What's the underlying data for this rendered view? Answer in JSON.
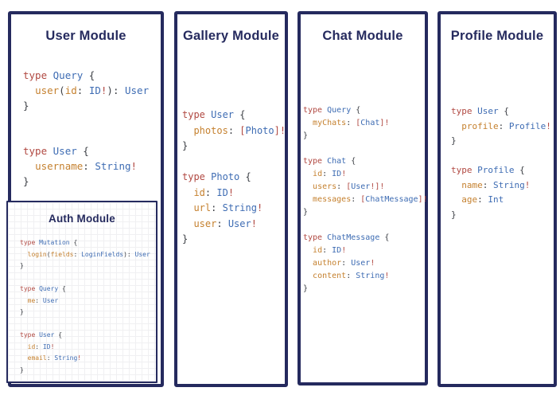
{
  "colors": {
    "navy": "#252a5e",
    "keyword_red": "#b14942",
    "type_blue": "#3e6cb3",
    "field_orange": "#c5812f",
    "punct": "#3d4046",
    "grid": "#f0f0f2",
    "bg": "#ffffff"
  },
  "panels": [
    {
      "id": "user",
      "title": "User Module",
      "code": [
        [
          [
            "k",
            "type "
          ],
          [
            "t",
            "Query "
          ],
          [
            "p",
            "{"
          ]
        ],
        [
          [
            "p",
            "  "
          ],
          [
            "f",
            "user"
          ],
          [
            "p",
            "("
          ],
          [
            "f",
            "id"
          ],
          [
            "p",
            ": "
          ],
          [
            "t",
            "ID"
          ],
          [
            "k",
            "!"
          ],
          [
            "p",
            "): "
          ],
          [
            "t",
            "User"
          ]
        ],
        [
          [
            "p",
            "}"
          ]
        ],
        [],
        [],
        [
          [
            "k",
            "type "
          ],
          [
            "t",
            "User "
          ],
          [
            "p",
            "{"
          ]
        ],
        [
          [
            "p",
            "  "
          ],
          [
            "f",
            "username"
          ],
          [
            "p",
            ": "
          ],
          [
            "t",
            "String"
          ],
          [
            "k",
            "!"
          ]
        ],
        [
          [
            "p",
            "}"
          ]
        ]
      ]
    },
    {
      "id": "gallery",
      "title": "Gallery Module",
      "code": [
        [
          [
            "k",
            "type "
          ],
          [
            "t",
            "User "
          ],
          [
            "p",
            "{"
          ]
        ],
        [
          [
            "p",
            "  "
          ],
          [
            "f",
            "photos"
          ],
          [
            "p",
            ": "
          ],
          [
            "k",
            "["
          ],
          [
            "t",
            "Photo"
          ],
          [
            "k",
            "]"
          ],
          [
            "k",
            "!"
          ]
        ],
        [
          [
            "p",
            "}"
          ]
        ],
        [],
        [
          [
            "k",
            "type "
          ],
          [
            "t",
            "Photo "
          ],
          [
            "p",
            "{"
          ]
        ],
        [
          [
            "p",
            "  "
          ],
          [
            "f",
            "id"
          ],
          [
            "p",
            ": "
          ],
          [
            "t",
            "ID"
          ],
          [
            "k",
            "!"
          ]
        ],
        [
          [
            "p",
            "  "
          ],
          [
            "f",
            "url"
          ],
          [
            "p",
            ": "
          ],
          [
            "t",
            "String"
          ],
          [
            "k",
            "!"
          ]
        ],
        [
          [
            "p",
            "  "
          ],
          [
            "f",
            "user"
          ],
          [
            "p",
            ": "
          ],
          [
            "t",
            "User"
          ],
          [
            "k",
            "!"
          ]
        ],
        [
          [
            "p",
            "}"
          ]
        ]
      ]
    },
    {
      "id": "chat",
      "title": "Chat Module",
      "code": [
        [
          [
            "k",
            "type "
          ],
          [
            "t",
            "Query "
          ],
          [
            "p",
            "{"
          ]
        ],
        [
          [
            "p",
            "  "
          ],
          [
            "f",
            "myChats"
          ],
          [
            "p",
            ": "
          ],
          [
            "k",
            "["
          ],
          [
            "t",
            "Chat"
          ],
          [
            "k",
            "]"
          ],
          [
            "k",
            "!"
          ]
        ],
        [
          [
            "p",
            "}"
          ]
        ],
        [],
        [
          [
            "k",
            "type "
          ],
          [
            "t",
            "Chat "
          ],
          [
            "p",
            "{"
          ]
        ],
        [
          [
            "p",
            "  "
          ],
          [
            "f",
            "id"
          ],
          [
            "p",
            ": "
          ],
          [
            "t",
            "ID"
          ],
          [
            "k",
            "!"
          ]
        ],
        [
          [
            "p",
            "  "
          ],
          [
            "f",
            "users"
          ],
          [
            "p",
            ": "
          ],
          [
            "k",
            "["
          ],
          [
            "t",
            "User"
          ],
          [
            "k",
            "!"
          ],
          [
            "k",
            "]"
          ],
          [
            "k",
            "!"
          ]
        ],
        [
          [
            "p",
            "  "
          ],
          [
            "f",
            "messages"
          ],
          [
            "p",
            ": "
          ],
          [
            "k",
            "["
          ],
          [
            "t",
            "ChatMessage"
          ],
          [
            "k",
            "]"
          ],
          [
            "k",
            "!"
          ]
        ],
        [
          [
            "p",
            "}"
          ]
        ],
        [],
        [
          [
            "k",
            "type "
          ],
          [
            "t",
            "ChatMessage "
          ],
          [
            "p",
            "{"
          ]
        ],
        [
          [
            "p",
            "  "
          ],
          [
            "f",
            "id"
          ],
          [
            "p",
            ": "
          ],
          [
            "t",
            "ID"
          ],
          [
            "k",
            "!"
          ]
        ],
        [
          [
            "p",
            "  "
          ],
          [
            "f",
            "author"
          ],
          [
            "p",
            ": "
          ],
          [
            "t",
            "User"
          ],
          [
            "k",
            "!"
          ]
        ],
        [
          [
            "p",
            "  "
          ],
          [
            "f",
            "content"
          ],
          [
            "p",
            ": "
          ],
          [
            "t",
            "String"
          ],
          [
            "k",
            "!"
          ]
        ],
        [
          [
            "p",
            "}"
          ]
        ]
      ]
    },
    {
      "id": "profile",
      "title": "Profile Module",
      "code": [
        [
          [
            "k",
            "type "
          ],
          [
            "t",
            "User "
          ],
          [
            "p",
            "{"
          ]
        ],
        [
          [
            "p",
            "  "
          ],
          [
            "f",
            "profile"
          ],
          [
            "p",
            ": "
          ],
          [
            "t",
            "Profile"
          ],
          [
            "k",
            "!"
          ]
        ],
        [
          [
            "p",
            "}"
          ]
        ],
        [],
        [
          [
            "k",
            "type "
          ],
          [
            "t",
            "Profile "
          ],
          [
            "p",
            "{"
          ]
        ],
        [
          [
            "p",
            "  "
          ],
          [
            "f",
            "name"
          ],
          [
            "p",
            ": "
          ],
          [
            "t",
            "String"
          ],
          [
            "k",
            "!"
          ]
        ],
        [
          [
            "p",
            "  "
          ],
          [
            "f",
            "age"
          ],
          [
            "p",
            ": "
          ],
          [
            "t",
            "Int"
          ]
        ],
        [
          [
            "p",
            "}"
          ]
        ]
      ]
    },
    {
      "id": "auth",
      "title": "Auth Module",
      "code": [
        [
          [
            "k",
            "type "
          ],
          [
            "t",
            "Mutation "
          ],
          [
            "p",
            "{"
          ]
        ],
        [
          [
            "p",
            "  "
          ],
          [
            "f",
            "login"
          ],
          [
            "p",
            "("
          ],
          [
            "f",
            "fields"
          ],
          [
            "p",
            ": "
          ],
          [
            "t",
            "LoginFields"
          ],
          [
            "p",
            "): "
          ],
          [
            "t",
            "User"
          ]
        ],
        [
          [
            "p",
            "}"
          ]
        ],
        [],
        [
          [
            "k",
            "type "
          ],
          [
            "t",
            "Query "
          ],
          [
            "p",
            "{"
          ]
        ],
        [
          [
            "p",
            "  "
          ],
          [
            "f",
            "me"
          ],
          [
            "p",
            ": "
          ],
          [
            "t",
            "User"
          ]
        ],
        [
          [
            "p",
            "}"
          ]
        ],
        [],
        [
          [
            "k",
            "type "
          ],
          [
            "t",
            "User "
          ],
          [
            "p",
            "{"
          ]
        ],
        [
          [
            "p",
            "  "
          ],
          [
            "f",
            "id"
          ],
          [
            "p",
            ": "
          ],
          [
            "t",
            "ID"
          ],
          [
            "k",
            "!"
          ]
        ],
        [
          [
            "p",
            "  "
          ],
          [
            "f",
            "email"
          ],
          [
            "p",
            ": "
          ],
          [
            "t",
            "String"
          ],
          [
            "k",
            "!"
          ]
        ],
        [
          [
            "p",
            "}"
          ]
        ]
      ]
    }
  ]
}
